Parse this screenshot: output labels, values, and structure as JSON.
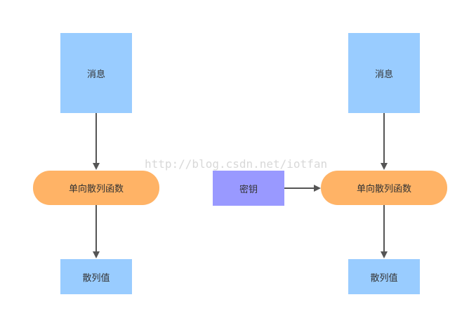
{
  "diagram": {
    "left": {
      "message": "消息",
      "function": "单向散列函数",
      "hash": "散列值"
    },
    "right": {
      "key": "密钥",
      "message": "消息",
      "function": "单向散列函数",
      "hash": "散列值"
    },
    "colors": {
      "data_box": "#99ccff",
      "function_box": "#ffb366",
      "key_box": "#9999ff",
      "arrow": "#555555"
    }
  },
  "watermark": "http://blog.csdn.net/iotfan"
}
